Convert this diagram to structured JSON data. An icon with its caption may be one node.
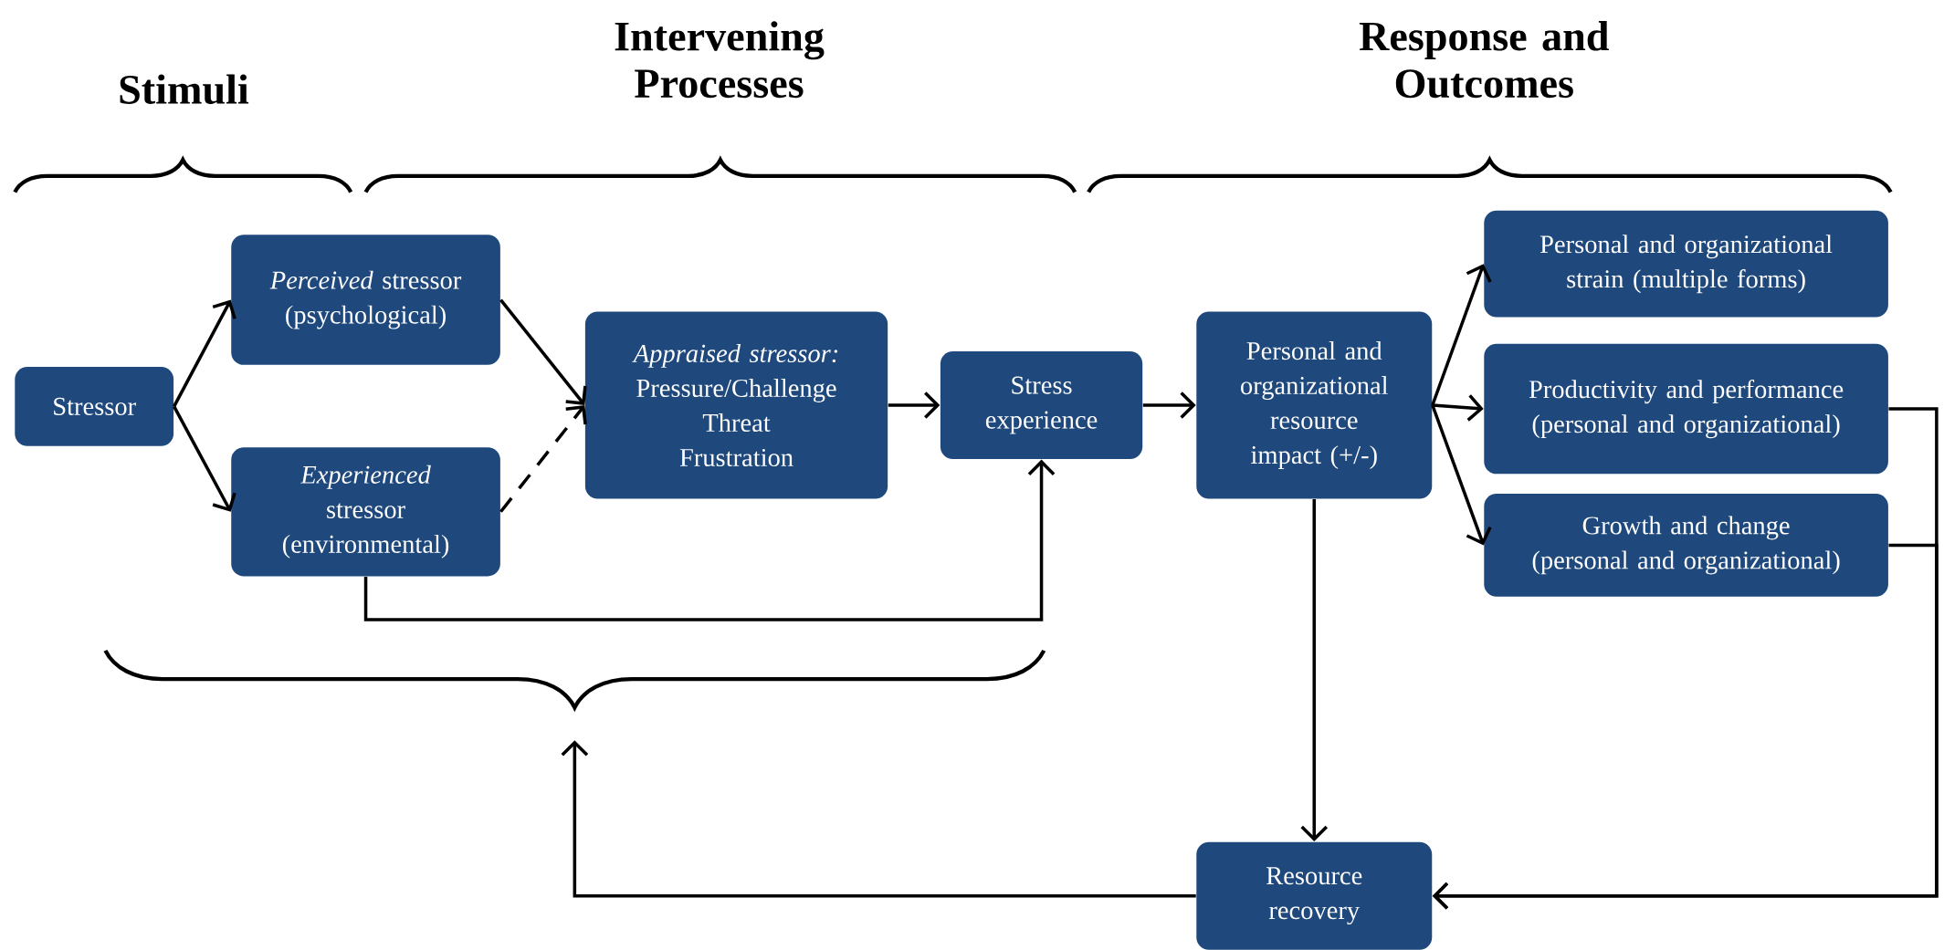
{
  "diagram": {
    "nodes": [
      {
        "text": [
          "Stressor"
        ]
      },
      {
        "text": [
          "*Perceived* stressor (psychological)"
        ]
      },
      {
        "text": [
          "*Experienced* stressor (environmental)"
        ]
      },
      {
        "text": [
          "*Appraised stressor:*",
          "Pressure/Challenge",
          "Threat",
          "Frustration"
        ]
      },
      {
        "text": [
          "Stress experience"
        ]
      },
      {
        "text": [
          "Personal and organizational resource impact (+/-)"
        ]
      },
      {
        "text": [
          "Personal and organizational strain (multiple forms)"
        ]
      },
      {
        "text": [
          "Productivity and performance",
          "(personal and organizational)"
        ]
      },
      {
        "text": [
          "Growth and change",
          "(personal and organizational)"
        ]
      },
      {
        "text": [
          "Resource recovery"
        ]
      },
      {
        "text": [],
        "shape": "brace"
      }
    ],
    "edges": [
      {
        "from": 0,
        "to": 1,
        "arrow": "to"
      },
      {
        "from": 0,
        "to": 2,
        "arrow": "to"
      },
      {
        "from": 1,
        "to": 3,
        "arrow": "to"
      },
      {
        "from": 2,
        "to": 3,
        "arrow": "to",
        "style": "dashed"
      },
      {
        "from": 2,
        "to": 4,
        "arrow": "to"
      },
      {
        "from": 3,
        "to": 4,
        "arrow": "to"
      },
      {
        "from": 4,
        "to": 5,
        "arrow": "to"
      },
      {
        "from": 5,
        "to": 6,
        "arrow": "to"
      },
      {
        "from": 5,
        "to": 7,
        "arrow": "to"
      },
      {
        "from": 5,
        "to": 8,
        "arrow": "to"
      },
      {
        "from": 5,
        "to": 9,
        "arrow": "to"
      },
      {
        "from": 7,
        "to": 9,
        "arrow": "to"
      },
      {
        "from": 8,
        "to": 9,
        "arrow": "to"
      },
      {
        "from": 9,
        "to": 10,
        "arrow": "to"
      }
    ],
    "labels": [
      "Stimuli",
      "Intervening Processes",
      "Response and Outcomes"
    ]
  }
}
